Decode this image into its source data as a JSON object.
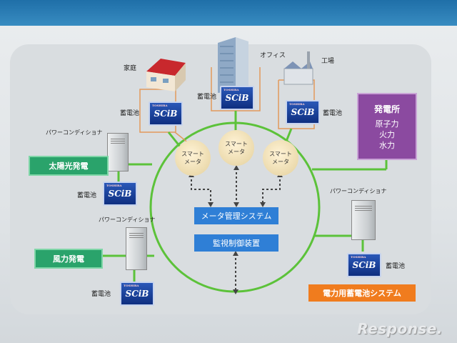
{
  "home": {
    "label": "家庭"
  },
  "office": {
    "label": "オフィス"
  },
  "factory": {
    "label": "工場"
  },
  "battery_label": "蓄電池",
  "power_conditioner_label": "パワーコンディショナ",
  "smart_meter": {
    "line1": "スマート",
    "line2": "メータ"
  },
  "sources": {
    "solar": "太陽光発電",
    "wind": "風力発電"
  },
  "power_plant": {
    "title": "発電所",
    "items": [
      "原子力",
      "火力",
      "水力"
    ]
  },
  "center": {
    "meter_management": "メータ管理システム",
    "monitoring_control": "監視制御装置"
  },
  "grid_storage": "電力用蓄電池システム",
  "sib_badge": "SCiB",
  "watermark": "Response.",
  "colors": {
    "grid_line": "#5cc23a",
    "source_green": "#2aa36b",
    "center_blue": "#2f7fd6",
    "storage_orange": "#f07c1e",
    "plant_purple": "#8b4aa0",
    "frame_orange": "#e39a5a"
  }
}
